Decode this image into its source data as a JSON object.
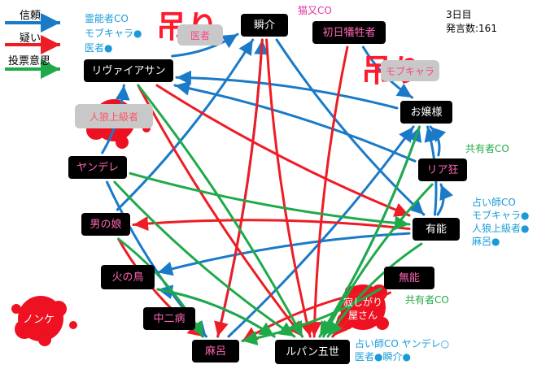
{
  "legend": {
    "trust": "信頼",
    "suspect": "疑い",
    "vote": "投票意思",
    "colors": {
      "trust": "#1a7ac8",
      "suspect": "#ee1c24",
      "vote": "#1faa4a"
    }
  },
  "status": {
    "day": "3日目",
    "count": "発言数:161"
  },
  "hanged_text": [
    "吊り",
    "吊り"
  ],
  "nodes": {
    "shunsuke": "瞬介",
    "shonichi": "初日犠牲者",
    "rivaia": "リヴァイアサン",
    "ojousama": "お嬢様",
    "yandere": "ヤンデレ",
    "riajuu": "リア狂",
    "otokonoko": "男の娘",
    "yuunou": "有能",
    "hinotori": "火の鳥",
    "munou": "無能",
    "chuunibyou": "中二病",
    "maro": "麻呂",
    "lupin": "ルパン五世"
  },
  "dead": {
    "ishanote": "医者",
    "mobkyara": "モブキャラ",
    "jinrou": "人狼上級者",
    "nonke": "ノンケ",
    "sabishigari": "寂しがり屋さん"
  },
  "notes": {
    "top_left": [
      "霊能者CO",
      "モブキャラ●",
      "医者●"
    ],
    "nekomata": "猫又CO",
    "kyouyuu1": "共有者CO",
    "right": [
      "占い師CO",
      "モブキャラ●",
      "人狼上級者●",
      "麻呂●"
    ],
    "kyouyuu2": "共有者CO",
    "bottom": [
      "占い師CO ヤンデレ○",
      "医者●瞬介●"
    ]
  },
  "edges": [
    {
      "type": "trust",
      "from": "ヤンデレ",
      "to": "リヴァイアサン"
    },
    {
      "type": "trust",
      "from": "リヴァイアサン",
      "to": "瞬介"
    },
    {
      "type": "trust",
      "from": "リア狂",
      "to": "リヴァイアサン"
    },
    {
      "type": "trust",
      "from": "お嬢様",
      "to": "リヴァイアサン"
    },
    {
      "type": "trust",
      "from": "瞬介",
      "to": "有能"
    },
    {
      "type": "trust",
      "from": "初日犠牲者",
      "to": "お嬢様"
    },
    {
      "type": "trust",
      "from": "有能",
      "to": "リア狂"
    },
    {
      "type": "trust",
      "from": "リア狂",
      "to": "お嬢様"
    },
    {
      "type": "trust",
      "from": "有能",
      "to": "お嬢様"
    },
    {
      "type": "trust",
      "from": "男の娘",
      "to": "瞬介"
    },
    {
      "type": "trust",
      "from": "麻呂",
      "to": "お嬢様"
    },
    {
      "type": "trust",
      "from": "ルパン五世",
      "to": "お嬢様"
    },
    {
      "type": "trust",
      "from": "有能",
      "to": "火の鳥"
    },
    {
      "type": "trust",
      "from": "ルパン五世",
      "to": "火の鳥"
    },
    {
      "type": "trust",
      "from": "ヤンデレ",
      "to": "麻呂"
    },
    {
      "type": "trust",
      "from": "麻呂",
      "to": "瞬介"
    },
    {
      "type": "suspect",
      "from": "リヴァイアサン",
      "to": "ルパン五世"
    },
    {
      "type": "suspect",
      "from": "リヴァイアサン",
      "to": "有能"
    },
    {
      "type": "suspect",
      "from": "瞬介",
      "to": "ルパン五世"
    },
    {
      "type": "suspect",
      "from": "瞬介",
      "to": "麻呂"
    },
    {
      "type": "suspect",
      "from": "初日犠牲者",
      "to": "ルパン五世"
    },
    {
      "type": "suspect",
      "from": "有能",
      "to": "男の娘"
    },
    {
      "type": "suspect",
      "from": "男の娘",
      "to": "麻呂"
    },
    {
      "type": "suspect",
      "from": "無能",
      "to": "麻呂"
    },
    {
      "type": "suspect",
      "from": "無能",
      "to": "ルパン五世"
    },
    {
      "type": "vote",
      "from": "リア狂",
      "to": "ルパン五世"
    },
    {
      "type": "vote",
      "from": "ヤンデレ",
      "to": "ルパン五世"
    },
    {
      "type": "vote",
      "from": "ヤンデレ",
      "to": "有能"
    },
    {
      "type": "vote",
      "from": "男の娘",
      "to": "麻呂"
    },
    {
      "type": "vote",
      "from": "火の鳥",
      "to": "ルパン五世"
    },
    {
      "type": "vote",
      "from": "お嬢様",
      "to": "ルパン五世"
    },
    {
      "type": "vote",
      "from": "有能",
      "to": "ルパン五世"
    },
    {
      "type": "vote",
      "from": "無能",
      "to": "麻呂"
    },
    {
      "type": "vote",
      "from": "リヴァイアサン",
      "to": "ルパン五世"
    }
  ]
}
